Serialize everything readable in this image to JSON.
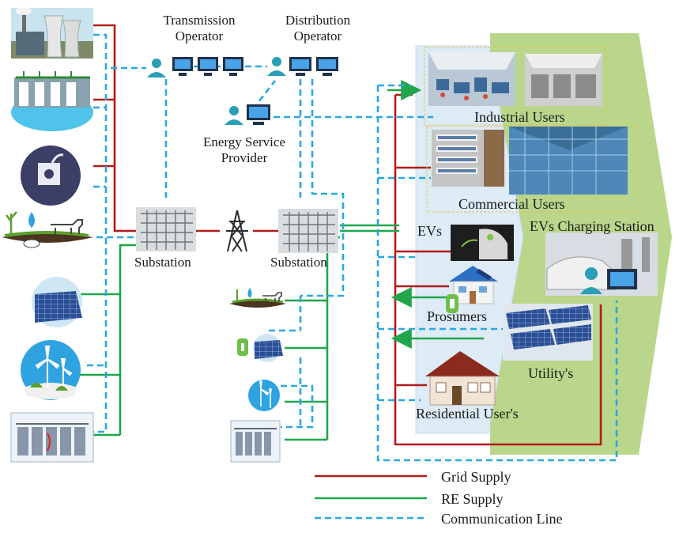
{
  "labels": {
    "transmission_operator": "Transmission\nOperator",
    "distribution_operator": "Distribution\nOperator",
    "energy_service_provider": "Energy Service\nProvider",
    "substation_left": "Substation",
    "substation_right": "Substation",
    "industrial_users": "Industrial Users",
    "commercial_users": "Commercial Users",
    "evs": "EVs",
    "ev_charging_station": "EVs Charging Station",
    "prosumers": "Prosumers",
    "utilitys": "Utility's",
    "residential_users": "Residential User's"
  },
  "legend": [
    {
      "label": "Grid Supply",
      "color": "#b31b1b",
      "style": "solid"
    },
    {
      "label": "RE Supply",
      "color": "#1fa64a",
      "style": "solid"
    },
    {
      "label": "Communication Line",
      "color": "#29a8e0",
      "style": "dashed"
    }
  ],
  "colors": {
    "grid": "#b31b1b",
    "re": "#1fa64a",
    "comm": "#29a8e0",
    "green_panel": "#b9d68b",
    "blue_panel": "#dcebf5"
  },
  "icons": [
    "thermal-plant-icon",
    "hydro-dam-icon",
    "nuclear-icon",
    "biomass-icon",
    "solar-panel-icon",
    "wind-turbine-icon",
    "battery-storage-icon",
    "operator-workstation-icon",
    "transmission-tower-icon",
    "substation-icon"
  ]
}
